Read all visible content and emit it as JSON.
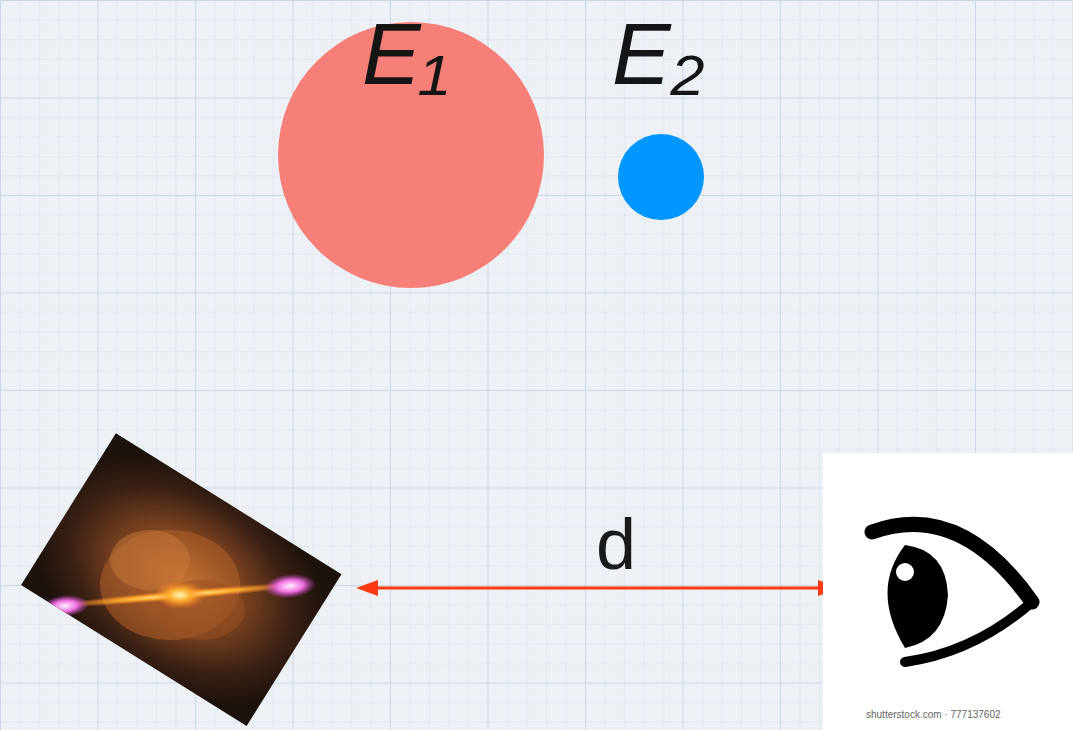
{
  "diagram": {
    "nodes": [
      {
        "text": [
          "E₁"
        ]
      },
      {
        "text": [
          "E₂"
        ]
      }
    ],
    "labels": [
      "d",
      "shutterstock.com · 777137602"
    ]
  }
}
